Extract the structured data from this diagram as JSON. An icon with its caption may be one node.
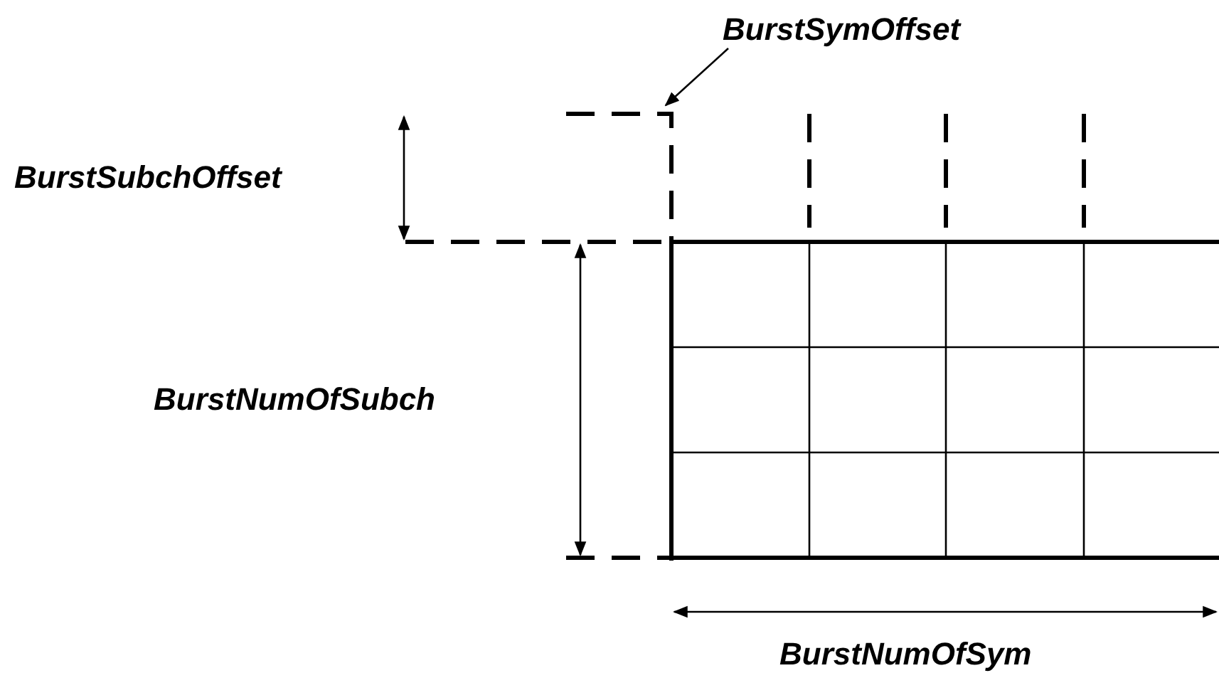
{
  "diagram": {
    "nodes": [
      {
        "text": [
          "BurstSymOffset"
        ]
      },
      {
        "text": [],
        "shape": "box"
      }
    ],
    "edges": [
      {
        "from": 0,
        "to": 1,
        "arrow": "to"
      }
    ],
    "labels": [
      "BurstSubchOffset",
      "BurstNumOfSubch",
      "BurstNumOfSym"
    ]
  }
}
